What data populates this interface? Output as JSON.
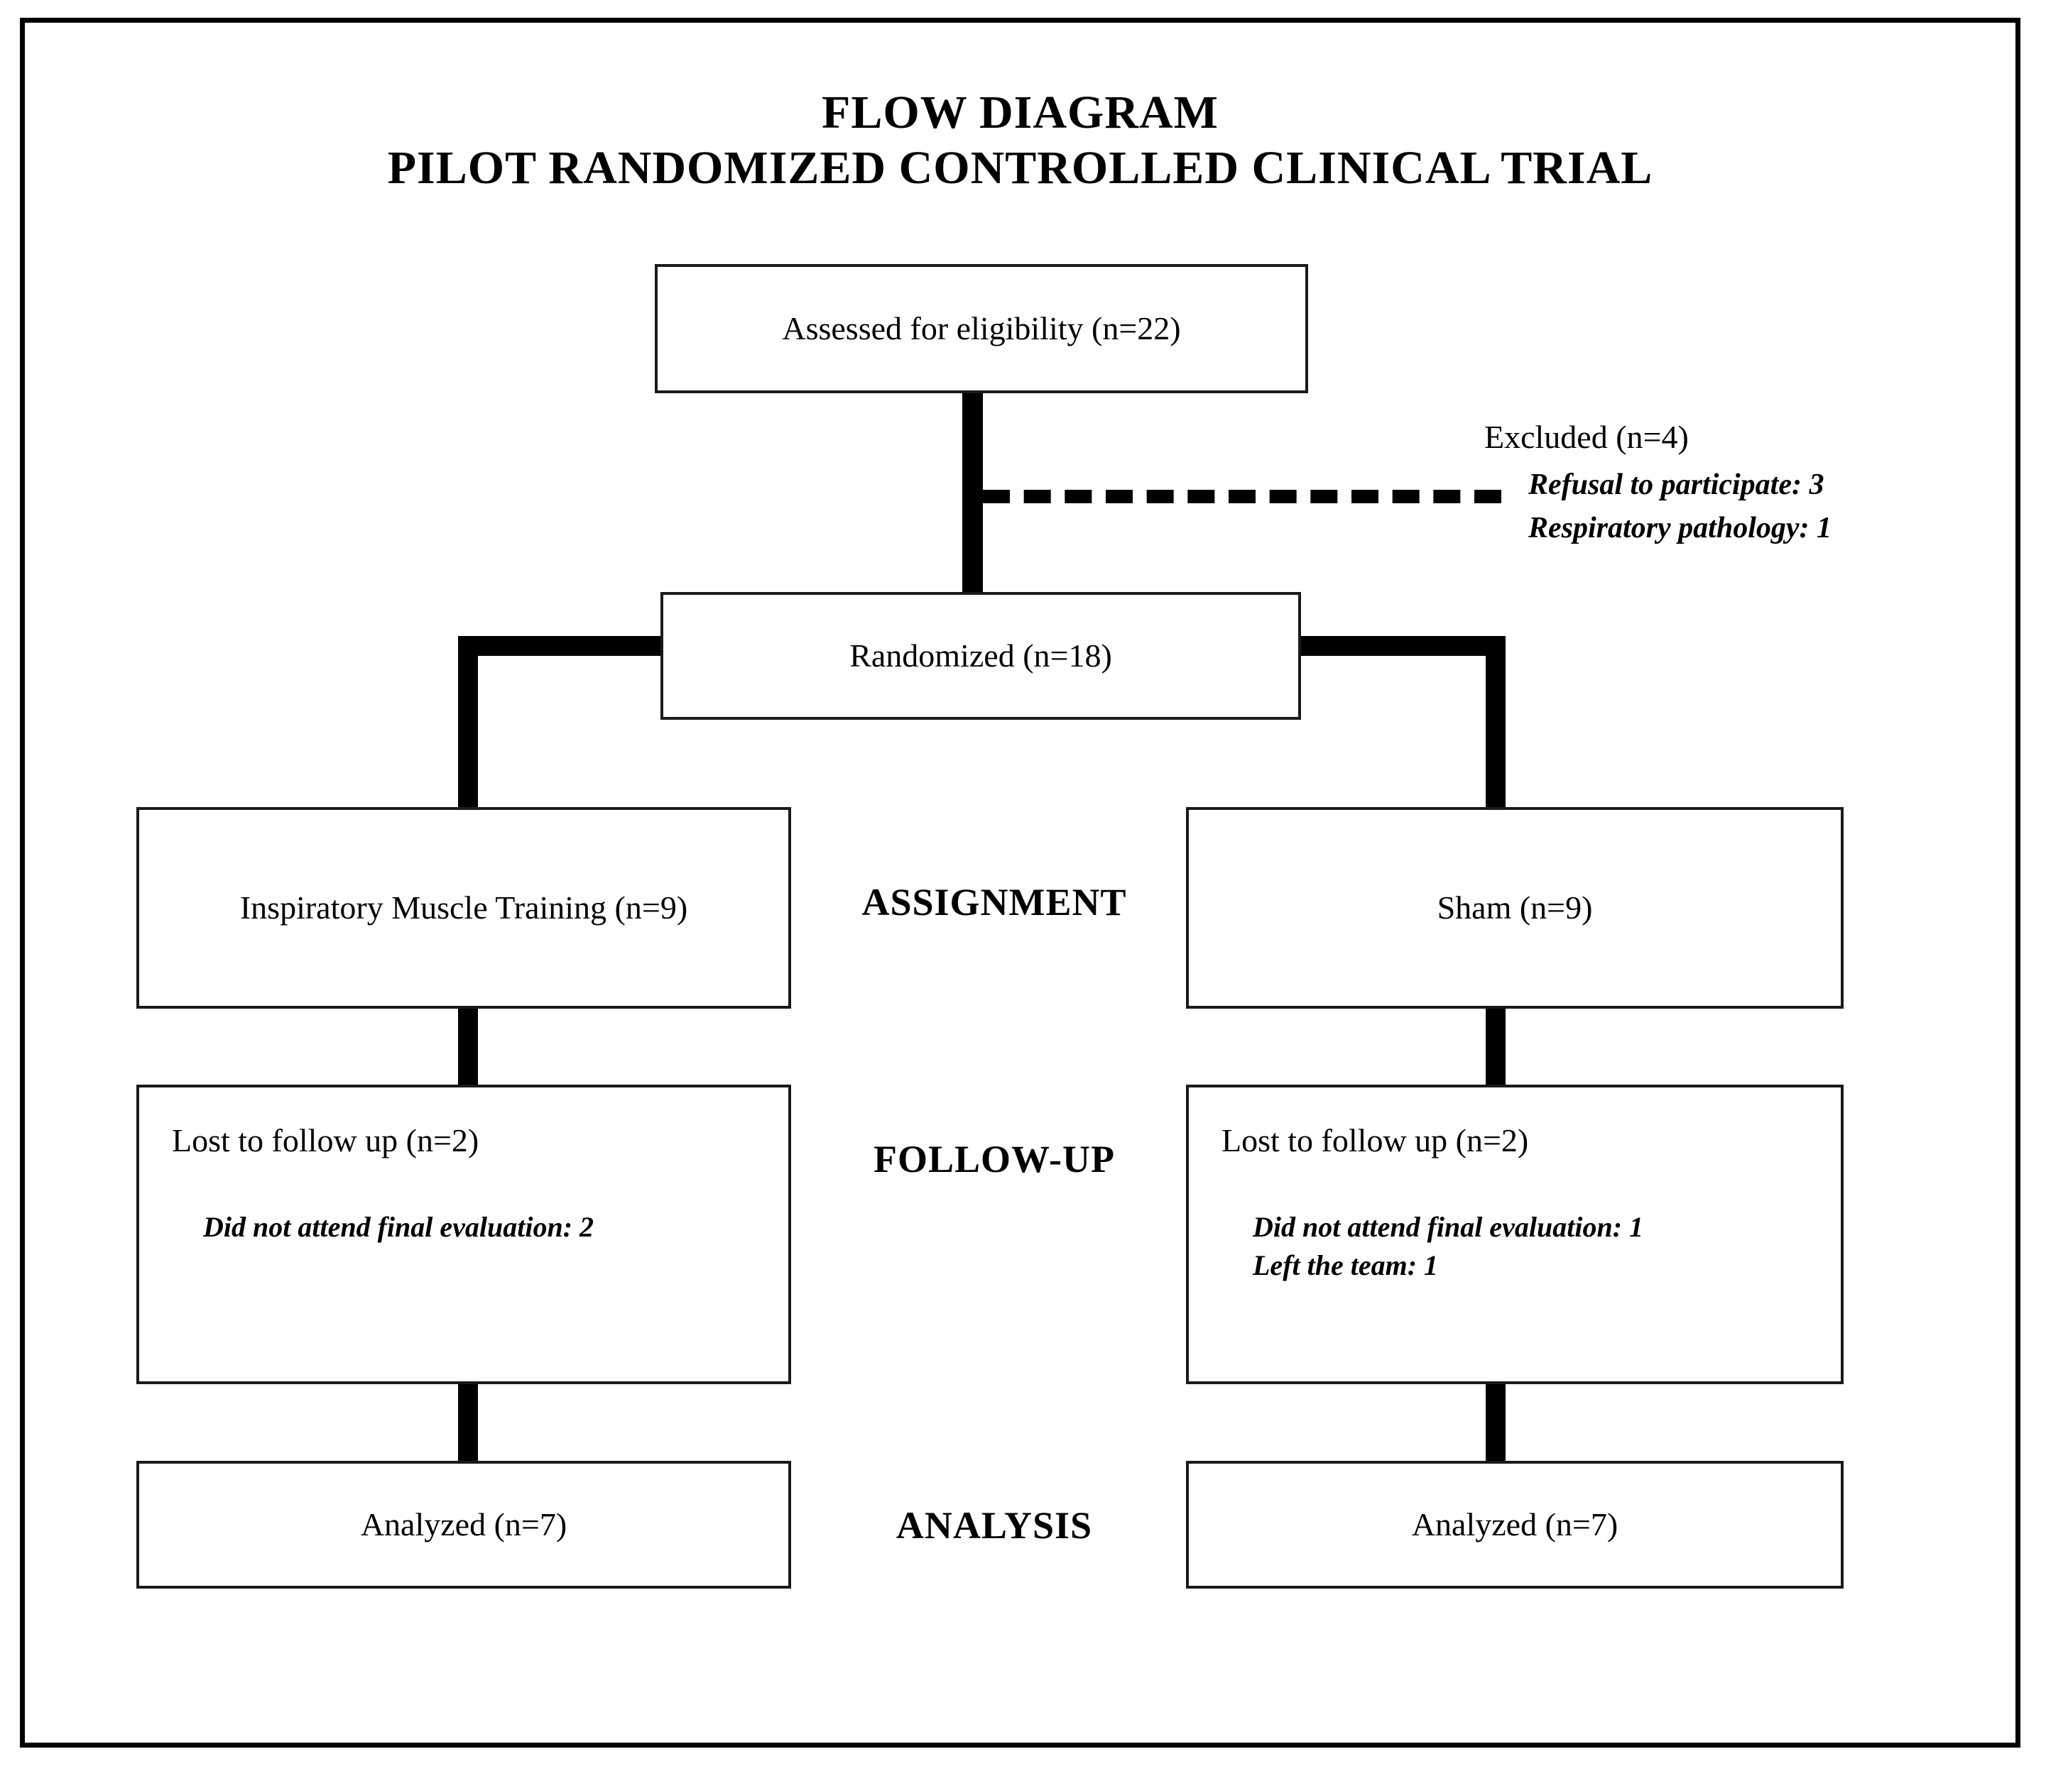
{
  "figure": {
    "title_line_1": "FLOW DIAGRAM",
    "title_line_2": "PILOT RANDOMIZED CONTROLLED CLINICAL TRIAL"
  },
  "enrollment": {
    "assessed_box": "Assessed for eligibility (n=22)",
    "excluded": {
      "heading": "Excluded (n=4)",
      "reasons": [
        "Refusal to participate: 3",
        "Respiratory pathology: 1"
      ]
    },
    "randomized_box": "Randomized (n=18)"
  },
  "stage_labels": {
    "assignment": "ASSIGNMENT",
    "follow_up": "FOLLOW-UP",
    "analysis": "ANALYSIS"
  },
  "arms": {
    "left": {
      "assignment": "Inspiratory Muscle Training (n=9)",
      "follow_up_heading": "Lost to follow up (n=2)",
      "follow_up_reasons": [
        "Did not attend final evaluation: 2"
      ],
      "analysis": "Analyzed (n=7)"
    },
    "right": {
      "assignment": "Sham (n=9)",
      "follow_up_heading": "Lost to follow up (n=2)",
      "follow_up_reasons": [
        "Did not attend final evaluation: 1",
        "Left the team: 1"
      ],
      "analysis": "Analyzed (n=7)"
    }
  },
  "chart_data": {
    "type": "diagram",
    "title": "FLOW DIAGRAM PILOT RANDOMIZED CONTROLLED CLINICAL TRIAL",
    "nodes": [
      {
        "id": "assessed",
        "label": "Assessed for eligibility (n=22)",
        "n": 22,
        "stage": "enrollment"
      },
      {
        "id": "excluded",
        "label": "Excluded (n=4)",
        "n": 4,
        "stage": "enrollment",
        "reasons": [
          {
            "label": "Refusal to participate",
            "n": 3
          },
          {
            "label": "Respiratory pathology",
            "n": 1
          }
        ]
      },
      {
        "id": "randomized",
        "label": "Randomized (n=18)",
        "n": 18,
        "stage": "enrollment"
      },
      {
        "id": "imt-assignment",
        "label": "Inspiratory Muscle Training (n=9)",
        "n": 9,
        "stage": "assignment"
      },
      {
        "id": "sham-assignment",
        "label": "Sham (n=9)",
        "n": 9,
        "stage": "assignment"
      },
      {
        "id": "imt-followup",
        "label": "Lost to follow up (n=2)",
        "n": 2,
        "stage": "follow-up",
        "reasons": [
          {
            "label": "Did not attend final evaluation",
            "n": 2
          }
        ]
      },
      {
        "id": "sham-followup",
        "label": "Lost to follow up (n=2)",
        "n": 2,
        "stage": "follow-up",
        "reasons": [
          {
            "label": "Did not attend final evaluation",
            "n": 1
          },
          {
            "label": "Left the team",
            "n": 1
          }
        ]
      },
      {
        "id": "imt-analysis",
        "label": "Analyzed (n=7)",
        "n": 7,
        "stage": "analysis"
      },
      {
        "id": "sham-analysis",
        "label": "Analyzed (n=7)",
        "n": 7,
        "stage": "analysis"
      }
    ],
    "edges": [
      {
        "from": "assessed",
        "to": "excluded",
        "style": "dashed"
      },
      {
        "from": "assessed",
        "to": "randomized",
        "style": "solid"
      },
      {
        "from": "randomized",
        "to": "imt-assignment",
        "style": "solid"
      },
      {
        "from": "randomized",
        "to": "sham-assignment",
        "style": "solid"
      },
      {
        "from": "imt-assignment",
        "to": "imt-followup",
        "style": "solid"
      },
      {
        "from": "sham-assignment",
        "to": "sham-followup",
        "style": "solid"
      },
      {
        "from": "imt-followup",
        "to": "imt-analysis",
        "style": "solid"
      },
      {
        "from": "sham-followup",
        "to": "sham-analysis",
        "style": "solid"
      }
    ],
    "stages": [
      "ASSIGNMENT",
      "FOLLOW-UP",
      "ANALYSIS"
    ]
  }
}
